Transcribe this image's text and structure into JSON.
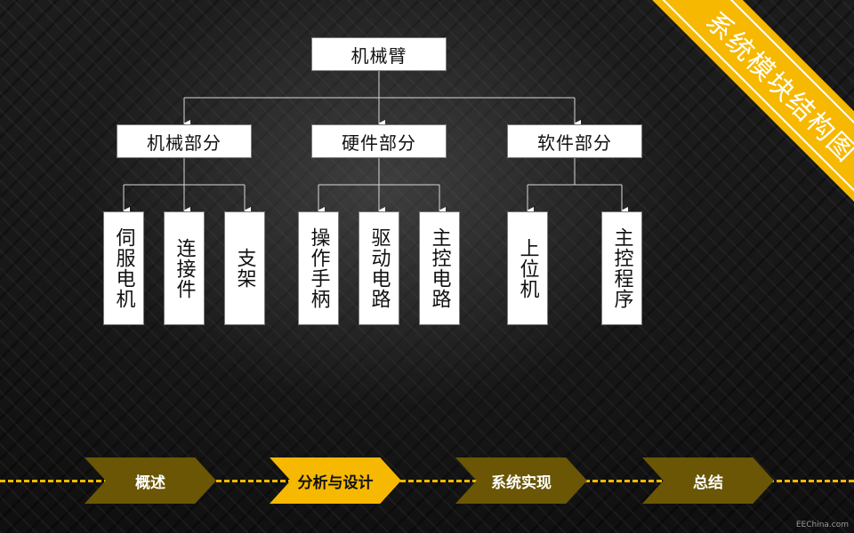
{
  "title_ribbon": "系统模块结构图",
  "diagram": {
    "root": "机械臂",
    "groups": [
      {
        "label": "机械部分",
        "items": [
          "伺服电机",
          "连接件",
          "支架"
        ]
      },
      {
        "label": "硬件部分",
        "items": [
          "操作手柄",
          "驱动电路",
          "主控电路"
        ]
      },
      {
        "label": "软件部分",
        "items": [
          "上位机",
          "主控程序"
        ]
      }
    ]
  },
  "nav": {
    "steps": [
      "概述",
      "分析与设计",
      "系统实现",
      "总结"
    ],
    "active": "分析与设计"
  },
  "colors": {
    "accent": "#f6b800",
    "accent_dim": "#6b5605",
    "box": "#ffffff"
  },
  "watermark": "EEChina.com"
}
